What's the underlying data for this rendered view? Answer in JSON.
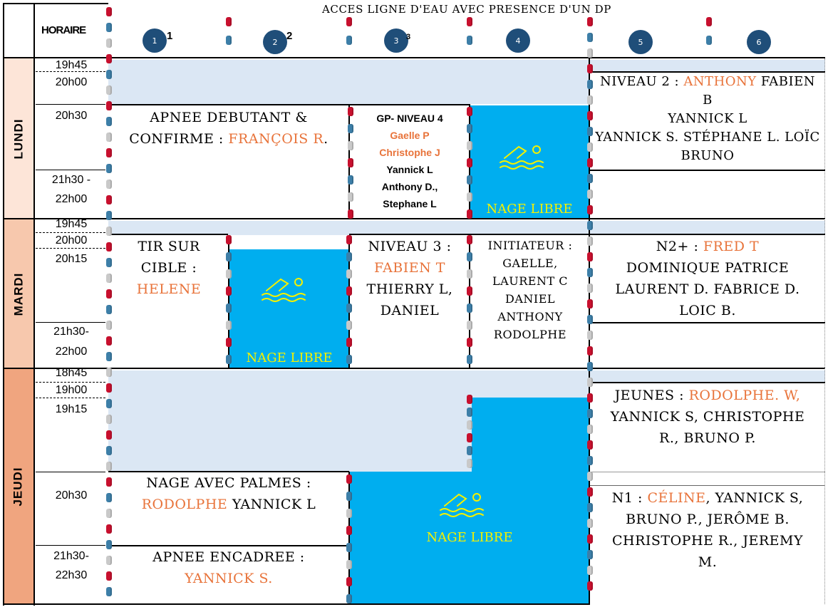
{
  "header": {
    "title": "ACCES LIGNE D'EAU AVEC PRESENCE D'UN DP",
    "horaire": "HORAIRE",
    "lanes": [
      "1",
      "2",
      "3",
      "4",
      "5",
      "6"
    ],
    "lane_ghost_digits": [
      "1",
      "2",
      "3"
    ]
  },
  "days": {
    "lundi": "LUNDI",
    "mardi": "MARDI",
    "jeudi": "JEUDI"
  },
  "times": {
    "lundi": [
      "19h45",
      "20h00",
      "20h30",
      "21h30 -",
      "22h00"
    ],
    "mardi": [
      "19h45",
      "20h00",
      "20h15",
      "21h30-",
      "22h00"
    ],
    "jeudi": [
      "18h45",
      "19h00",
      "19h15",
      "20h30",
      "21h30-",
      "22h30"
    ]
  },
  "nage_libre": "NAGE LIBRE",
  "lundi": {
    "apnee_line1": "APNEE DEBUTANT &",
    "apnee_line2a": "CONFIRME : ",
    "apnee_name": "FRANÇOIS R",
    "apnee_dot": ".",
    "gp_title": "GP- NIVEAU 4",
    "gp_orange1": "Gaelle P",
    "gp_orange2": "Christophe J",
    "gp_names": [
      "Yannick L",
      "Anthony D.,",
      "Stephane L"
    ],
    "n2_label": "NIVEAU 2 : ",
    "n2_orange": "ANTHONY",
    "n2_rest": " FABIEN",
    "n2_lines": [
      "B",
      "YANNICK L",
      "YANNICK S. STÉPHANE L. LOÏC",
      "BRUNO"
    ]
  },
  "mardi": {
    "tir_line1": "TIR SUR",
    "tir_line2": "CIBLE :",
    "tir_name": "HELENE",
    "n3_label": "NIVEAU 3 :",
    "n3_orange": "FABIEN T",
    "n3_lines": [
      "THIERRY L,",
      "DANIEL"
    ],
    "init_lines": [
      "INITIATEUR :",
      "GAELLE,",
      "LAURENT C",
      "DANIEL",
      "ANTHONY",
      "RODOLPHE"
    ],
    "n2p_label": "N2+ : ",
    "n2p_orange": "FRED T",
    "n2p_lines": [
      "DOMINIQUE  PATRICE",
      "LAURENT D. FABRICE D.",
      "LOIC B."
    ]
  },
  "jeudi": {
    "jeunes_label": "JEUNES : ",
    "jeunes_orange": "RODOLPHE. W,",
    "jeunes_lines": [
      "YANNICK S, CHRISTOPHE",
      "R., BRUNO P."
    ],
    "palmes_line1": "NAGE AVEC PALMES :",
    "palmes_orange": "RODOLPHE",
    "palmes_rest": " YANNICK L",
    "apnee_line1": "APNEE ENCADREE :",
    "apnee_orange": "YANNICK S.",
    "n1_label": "N1 : ",
    "n1_orange": "CÉLINE",
    "n1_rest": ", YANNICK S,",
    "n1_lines": [
      "BRUNO P., JERÔME B.",
      "CHRISTOPHE R., JEREMY",
      "M."
    ]
  },
  "colors": {
    "pool": "#00aeef",
    "light_blue": "#dbe7f4",
    "orange": "#e8733a",
    "yellow": "#f4f100",
    "lundi_band": "#fde5d8",
    "mardi_band": "#f7c8ad",
    "jeudi_band": "#f0a57f",
    "badge": "#1f4e79"
  },
  "icons": [
    "swimmer-icon",
    "lane-rope-icon"
  ]
}
